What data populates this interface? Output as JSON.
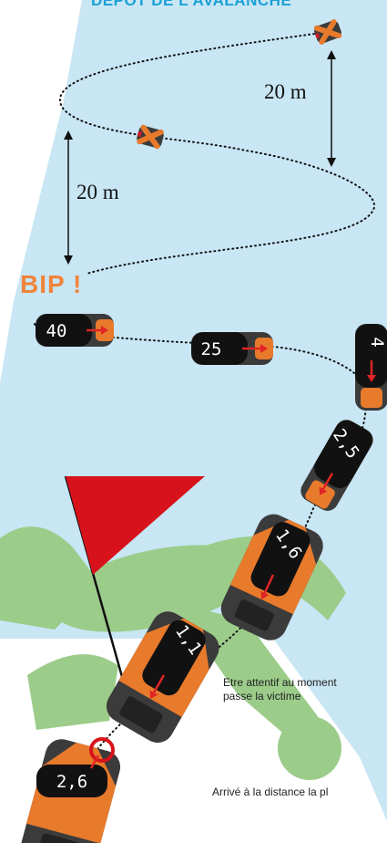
{
  "title": "DEPOT DE L'AVALANCHE",
  "bip_label": "BIP !",
  "distance_upper": "20 m",
  "distance_lower": "20 m",
  "displays": {
    "d1": "40",
    "d2": "25",
    "d3": "4",
    "d4": "2,5",
    "d5": "1,6",
    "d6": "1,1",
    "d7": "2,6"
  },
  "notes": {
    "attentive_line1": "Etre attentif au moment",
    "attentive_line2": "passe la victime",
    "arrived": "Arrivé à la distance la pl"
  },
  "colors": {
    "snow": "#c8e6f4",
    "victim": "#9ccc8a",
    "flag": "#d8121b",
    "device_orange": "#e87a2c",
    "device_dark": "#3b3b3b",
    "display_bg": "#111111",
    "arrow": "#e02525",
    "bip": "#f0843a",
    "title": "#1aa1d6"
  }
}
